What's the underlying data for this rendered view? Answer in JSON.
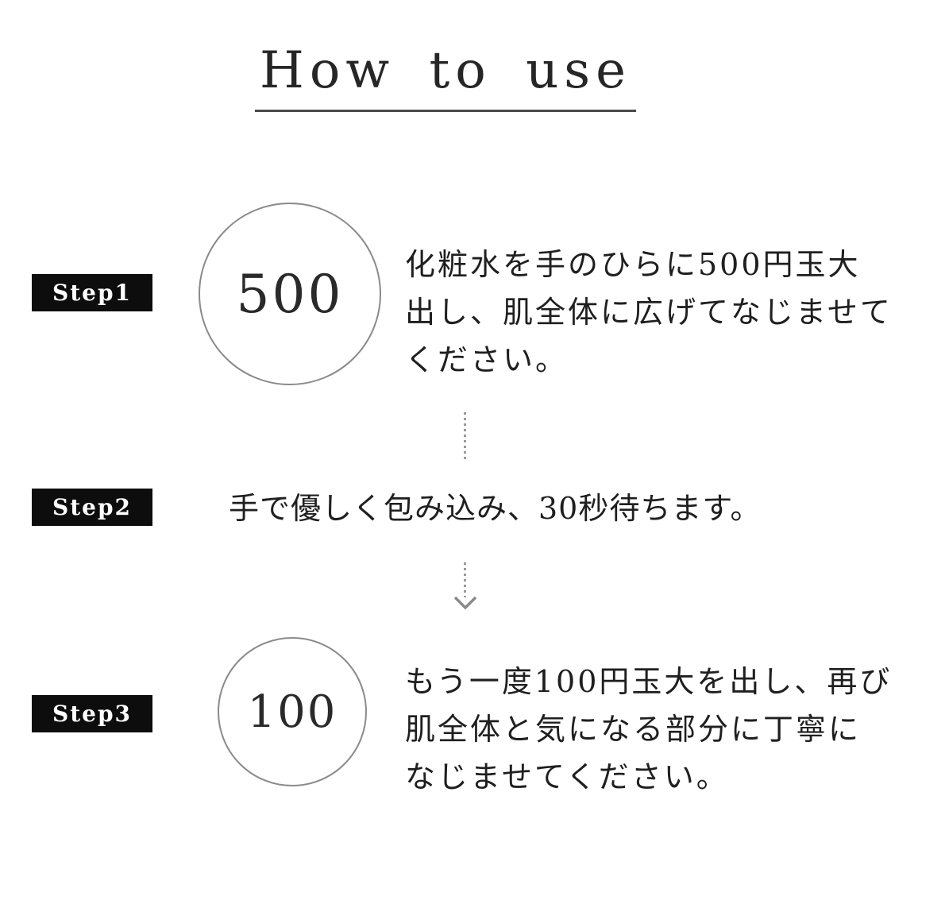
{
  "title": {
    "text": "How to use"
  },
  "steps": [
    {
      "badge": "Step1",
      "circle_value": "500",
      "lines": [
        "化粧水を手のひらに500円玉大",
        "出し、肌全体に広げてなじませて",
        "ください。"
      ]
    },
    {
      "badge": "Step2",
      "text": "手で優しく包み込み、30秒待ちます。"
    },
    {
      "badge": "Step3",
      "circle_value": "100",
      "lines": [
        "もう一度100円玉大を出し、再び",
        "肌全体と気になる部分に丁寧に",
        "なじませてください。"
      ]
    }
  ],
  "icons": {
    "connector1": "dotted-vertical-line",
    "connector2": "dotted-vertical-arrow-down"
  },
  "colors": {
    "background": "#ffffff",
    "text": "#1f1f1f",
    "badge_background": "#0d0d0d",
    "badge_text": "#ffffff",
    "circle_border": "#8a8a8a",
    "connector": "#9a9a9a",
    "title_underline": "#4a4a4a"
  }
}
